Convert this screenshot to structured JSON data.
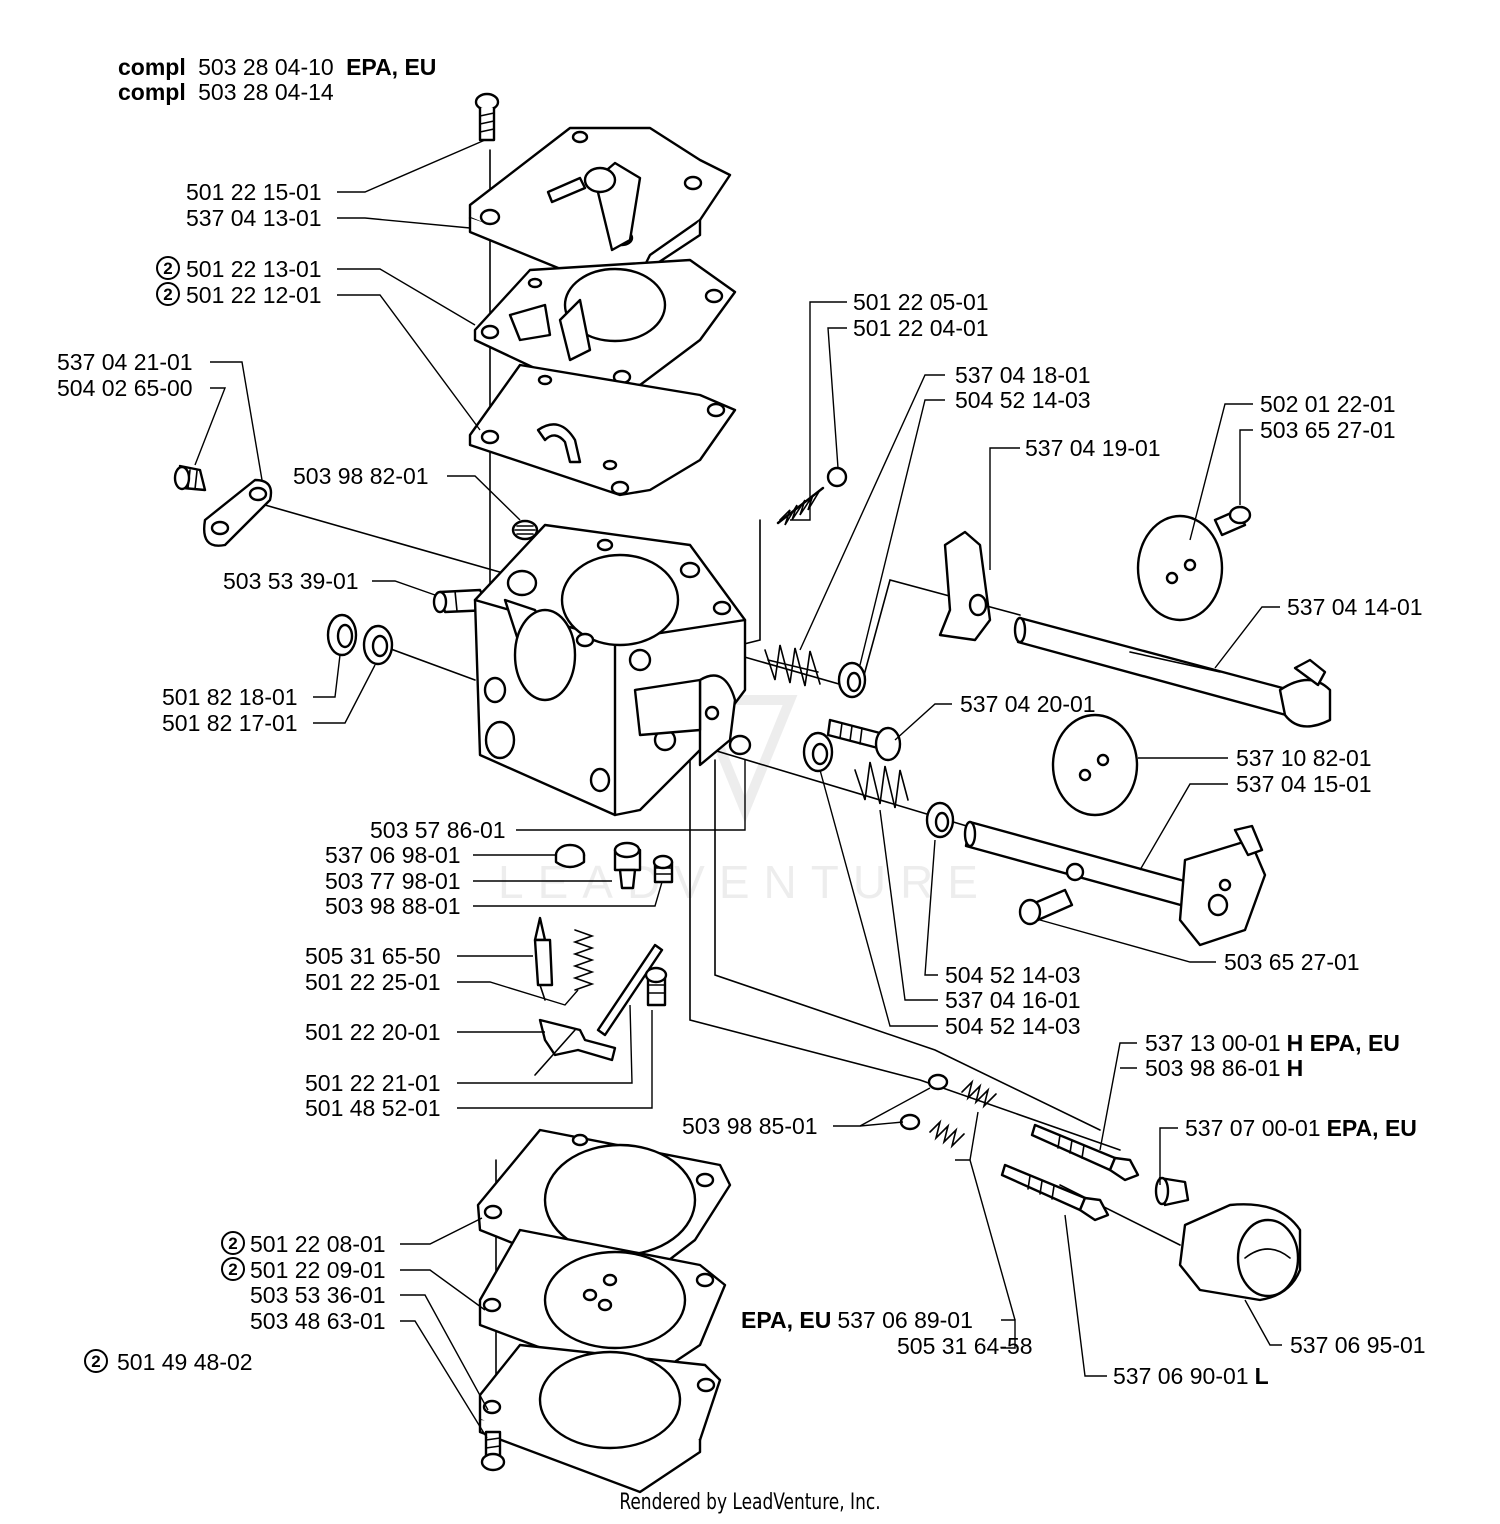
{
  "header": {
    "compl_word": "compl",
    "line1_number": "503 28 04-10",
    "line1_suffix": "EPA, EU",
    "line2_number": "503 28 04-14"
  },
  "callouts": [
    {
      "text": "501 22 15-01"
    },
    {
      "text": "537 04 13-01"
    },
    {
      "text": "501 22 13-01",
      "circled": "2"
    },
    {
      "text": "501 22 12-01",
      "circled": "2"
    },
    {
      "text": "537 04 21-01"
    },
    {
      "text": "504 02 65-00"
    },
    {
      "text": "503 98 82-01"
    },
    {
      "text": "503 53 39-01"
    },
    {
      "text": "501 82 18-01"
    },
    {
      "text": "501 82 17-01"
    },
    {
      "text": "501 22 05-01"
    },
    {
      "text": "501 22 04-01"
    },
    {
      "text": "537 04 18-01"
    },
    {
      "text": "504 52 14-03"
    },
    {
      "text": "537 04 19-01"
    },
    {
      "text": "502 01 22-01"
    },
    {
      "text": "503 65 27-01"
    },
    {
      "text": "537 04 14-01"
    },
    {
      "text": "537 04 20-01"
    },
    {
      "text": "537 10 82-01"
    },
    {
      "text": "537 04 15-01"
    },
    {
      "text": "503 57 86-01"
    },
    {
      "text": "537 06 98-01"
    },
    {
      "text": "503 77 98-01"
    },
    {
      "text": "503 98 88-01"
    },
    {
      "text": "503 65 27-01"
    },
    {
      "text": "505 31 65-50"
    },
    {
      "text": "501 22 25-01"
    },
    {
      "text": "504 52 14-03"
    },
    {
      "text": "537 04 16-01"
    },
    {
      "text": "501 22 20-01"
    },
    {
      "text": "504 52 14-03"
    },
    {
      "text": "537 13 00-01",
      "suffix": "H EPA, EU"
    },
    {
      "text": "503 98 86-01",
      "suffix": "H"
    },
    {
      "text": "501 22 21-01"
    },
    {
      "text": "501 48 52-01"
    },
    {
      "text": "503 98 85-01"
    },
    {
      "text": "537 07 00-01",
      "suffix": "EPA, EU"
    },
    {
      "text": "501 22 08-01",
      "circled": "2"
    },
    {
      "text": "501 22 09-01",
      "circled": "2"
    },
    {
      "text": "503 53 36-01"
    },
    {
      "text": "503 48 63-01"
    },
    {
      "text": "501 49 48-02",
      "circled": "2"
    },
    {
      "text": "537 06 89-01",
      "prefix": "EPA, EU"
    },
    {
      "text": "505 31 64-58"
    },
    {
      "text": "537 06 90-01",
      "suffix": "L"
    },
    {
      "text": "537 06 95-01"
    }
  ],
  "watermark": "LEADVENTURE",
  "footer": "Rendered by LeadVenture, Inc."
}
